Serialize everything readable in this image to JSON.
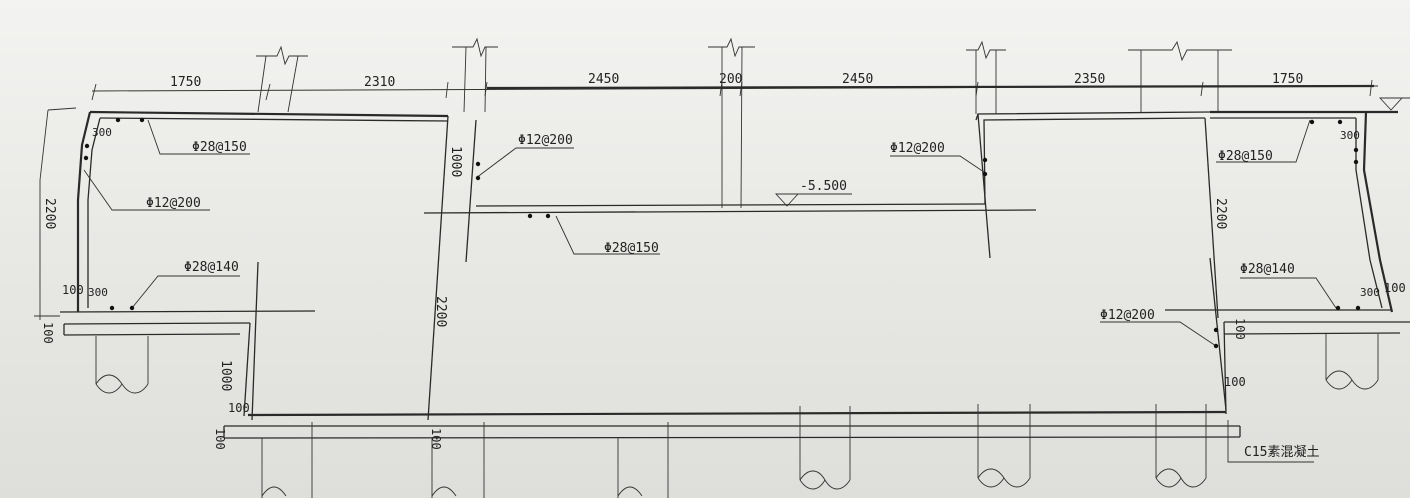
{
  "dimensions": {
    "top": [
      "1750",
      "2310",
      "2450",
      "200",
      "2450",
      "2350",
      "1750"
    ],
    "left_height": "2200",
    "center_height": "2200",
    "right_height": "2200",
    "inner_wall": "1000",
    "left_pit": "1000",
    "small": [
      "300",
      "300",
      "300",
      "100",
      "100",
      "100",
      "100",
      "100",
      "100",
      "100",
      "100"
    ]
  },
  "rebar": {
    "l1": "Φ28@150",
    "l2": "Φ12@200",
    "l3": "Φ28@140",
    "c1": "Φ12@200",
    "c2": "Φ28@150",
    "r1": "Φ12@200",
    "r2": "Φ28@150",
    "r3": "Φ28@140",
    "r4": "Φ12@200"
  },
  "elevation": "-5.500",
  "concrete_note": "C15素混凝土"
}
